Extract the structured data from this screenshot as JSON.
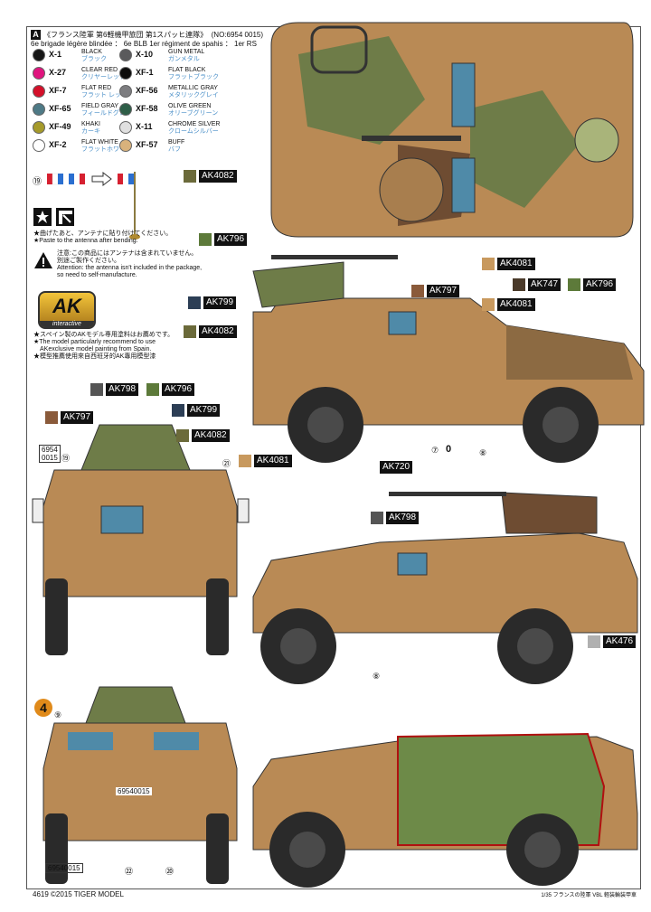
{
  "header": {
    "marker": "A",
    "title_jp": "《フランス陸軍 第6軽機甲旅団 第1スパッヒ連隊》",
    "number": "(NO:6954 0015)",
    "title_fr": "6e brigade légère blindée ： 6e BLB 1er régiment de spahis ： 1er RS"
  },
  "paints": [
    {
      "code": "X-1",
      "en": "BLACK",
      "jp": "ブラック",
      "color": "#161616"
    },
    {
      "code": "X-10",
      "en": "GUN METAL",
      "jp": "ガンメタル",
      "color": "#5a5a5c"
    },
    {
      "code": "X-27",
      "en": "CLEAR RED",
      "jp": "クリヤーレッド",
      "color": "#e0147e"
    },
    {
      "code": "XF-1",
      "en": "FLAT BLACK",
      "jp": "フラットブラック",
      "color": "#0c0c0c"
    },
    {
      "code": "XF-7",
      "en": "FLAT RED",
      "jp": "フラット レッド",
      "color": "#d4102a"
    },
    {
      "code": "XF-56",
      "en": "METALLIC GRAY",
      "jp": "メタリックグレイ",
      "color": "#7d7d80"
    },
    {
      "code": "XF-65",
      "en": "FIELD GRAY",
      "jp": "フィールドグレイ",
      "color": "#4e7a86"
    },
    {
      "code": "XF-58",
      "en": "OLIVE GREEN",
      "jp": "オリーブグリーン",
      "color": "#2e5e48"
    },
    {
      "code": "XF-49",
      "en": "KHAKI",
      "jp": "カーキ",
      "color": "#a59a2a"
    },
    {
      "code": "X-11",
      "en": "CHROME SILVER",
      "jp": "クロームシルバー",
      "color": "#e0e0e0"
    },
    {
      "code": "XF-2",
      "en": "FLAT WHITE",
      "jp": "フラットホワイト",
      "color": "#ffffff"
    },
    {
      "code": "XF-57",
      "en": "BUFF",
      "jp": "バフ",
      "color": "#d9b27c"
    }
  ],
  "decal_19": "⑲",
  "notes": {
    "bend_jp": "★曲げたあと、アンテナに貼り付けてください。",
    "bend_en": "★Paste to the antenna after bending.",
    "warn_jp1": "注意:この商品にはアンテナは含まれていません。",
    "warn_jp2": "別途ご製作ください。",
    "warn_en1": "Attention: the antenna isn't included in the package,",
    "warn_en2": "so need to self-manufacture.",
    "ak_logo": "AK interactive",
    "ak_jp": "★スペイン製のAKモデル専用塗料はお薦めです。",
    "ak_en1": "★The model particularly recommend to use",
    "ak_en2": "AKexclusive model painting from Spain.",
    "ak_cn": "★模型推薦使用來自西班牙的AK專用模型漆"
  },
  "labels": [
    {
      "text": "AK4082",
      "color": "#6b6a3a"
    },
    {
      "text": "AK4081",
      "color": "#c8995e"
    },
    {
      "text": "AK796",
      "color": "#5d7a3a"
    },
    {
      "text": "AK799",
      "color": "#2c3e55"
    },
    {
      "text": "AK797",
      "color": "#8a5a3a"
    },
    {
      "text": "AK4081",
      "color": "#c8995e"
    },
    {
      "text": "AK747",
      "color": "#4a3a2a"
    },
    {
      "text": "AK796",
      "color": "#5d7a3a"
    },
    {
      "text": "AK4082",
      "color": "#6b6a3a"
    },
    {
      "text": "AK798",
      "color": "#555555"
    },
    {
      "text": "AK796",
      "color": "#5d7a3a"
    },
    {
      "text": "AK799",
      "color": "#2c3e55"
    },
    {
      "text": "AK797",
      "color": "#8a5a3a"
    },
    {
      "text": "AK4082",
      "color": "#6b6a3a"
    },
    {
      "text": "AK4081",
      "color": "#c8995e"
    },
    {
      "text": "AK720",
      "color": ""
    },
    {
      "text": "AK798",
      "color": "#555555"
    },
    {
      "text": "AK476",
      "color": "#b0b0b0"
    }
  ],
  "callouts": {
    "c7": "⑦",
    "c8": "⑧",
    "c9": "⑨",
    "c19": "⑲",
    "c20": "⑳",
    "c21": "㉑",
    "c22": "㉒",
    "zero": "0",
    "plate1": "6954",
    "plate2": "0015",
    "plate_front": "69540015",
    "plate_rear": "69540015",
    "tac_number": "4"
  },
  "footer": {
    "left": "4619  ©2015  TIGER MODEL",
    "right": "1/35 フランスの陸軍 VBL 軽装輪装甲車"
  }
}
